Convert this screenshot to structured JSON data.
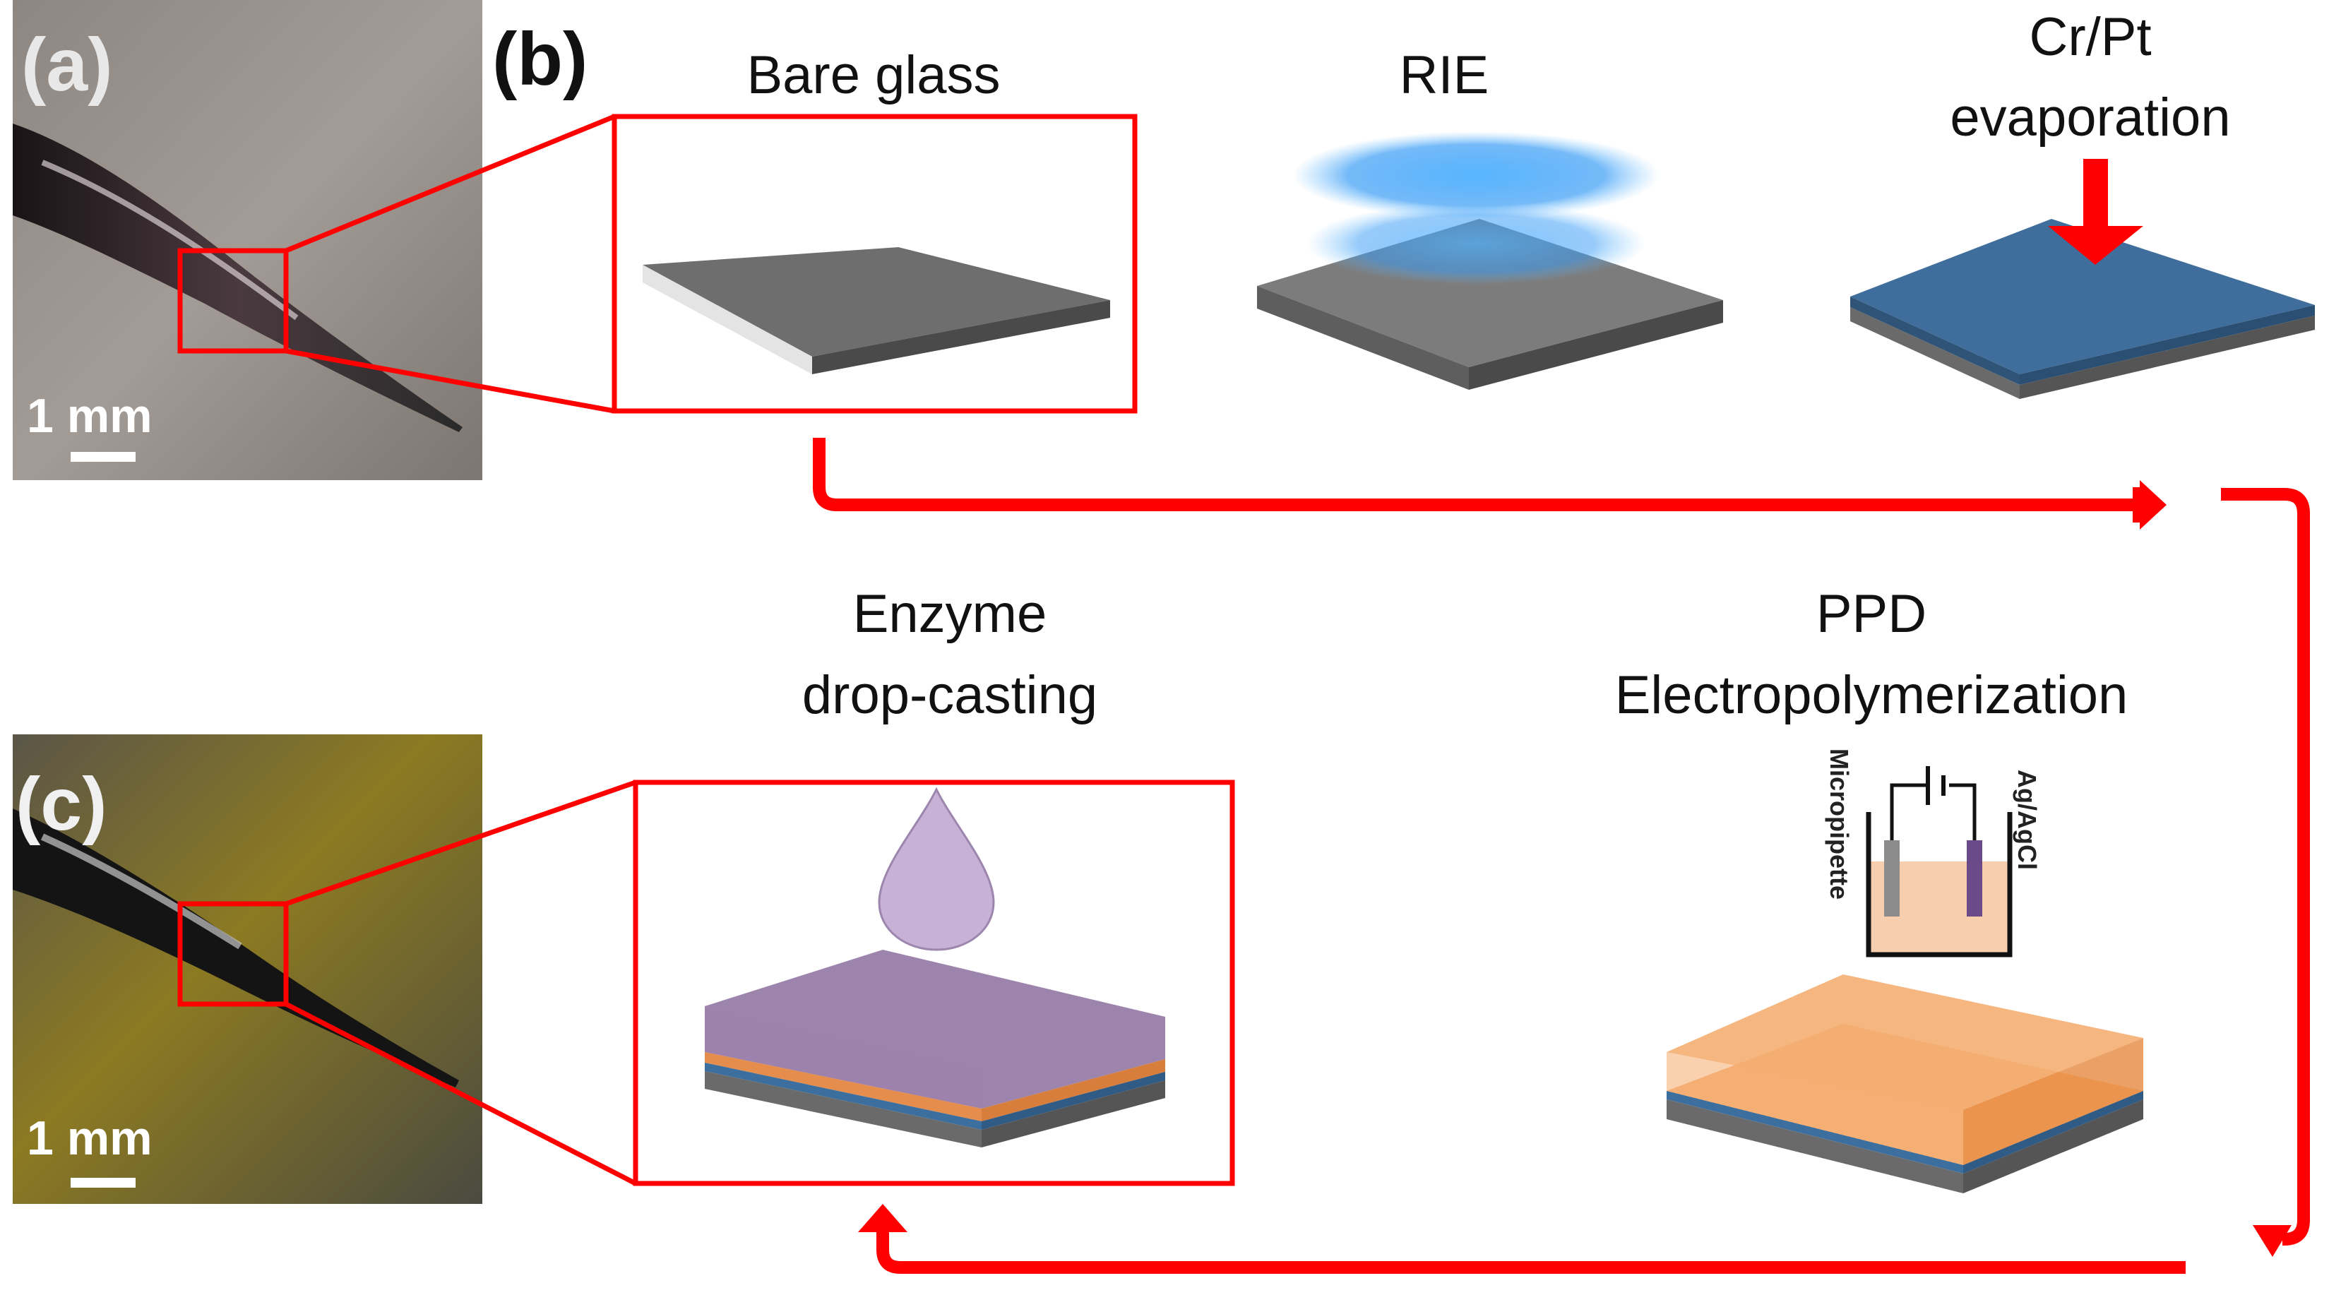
{
  "panels": {
    "a": {
      "label": "(a)",
      "scale_bar": "1 mm"
    },
    "b": {
      "label": "(b)"
    },
    "c": {
      "label": "(c)",
      "scale_bar": "1 mm"
    }
  },
  "steps": {
    "bare_glass": {
      "title": "Bare glass"
    },
    "rie": {
      "title": "RIE"
    },
    "crpt": {
      "line1": "Cr/Pt",
      "line2": "evaporation"
    },
    "ppd": {
      "line1": "PPD",
      "line2": "Electropolymerization"
    },
    "enzyme": {
      "line1": "Enzyme",
      "line2": "drop-casting"
    }
  },
  "electrochemical_cell": {
    "working_electrode": "Micropipette",
    "reference_electrode": "Ag/AgCl"
  },
  "colors": {
    "flow_arrow": "#ff0000",
    "glass": "#7a7a7a",
    "rie_plasma": "#3aa0ff",
    "cr_pt_layer": "#3d6f9e",
    "ppd_layer": "#f4a15e",
    "enzyme_layer": "#9a7fae",
    "droplet": "#c9b5d8",
    "cell_solution": "#f8cfae"
  }
}
